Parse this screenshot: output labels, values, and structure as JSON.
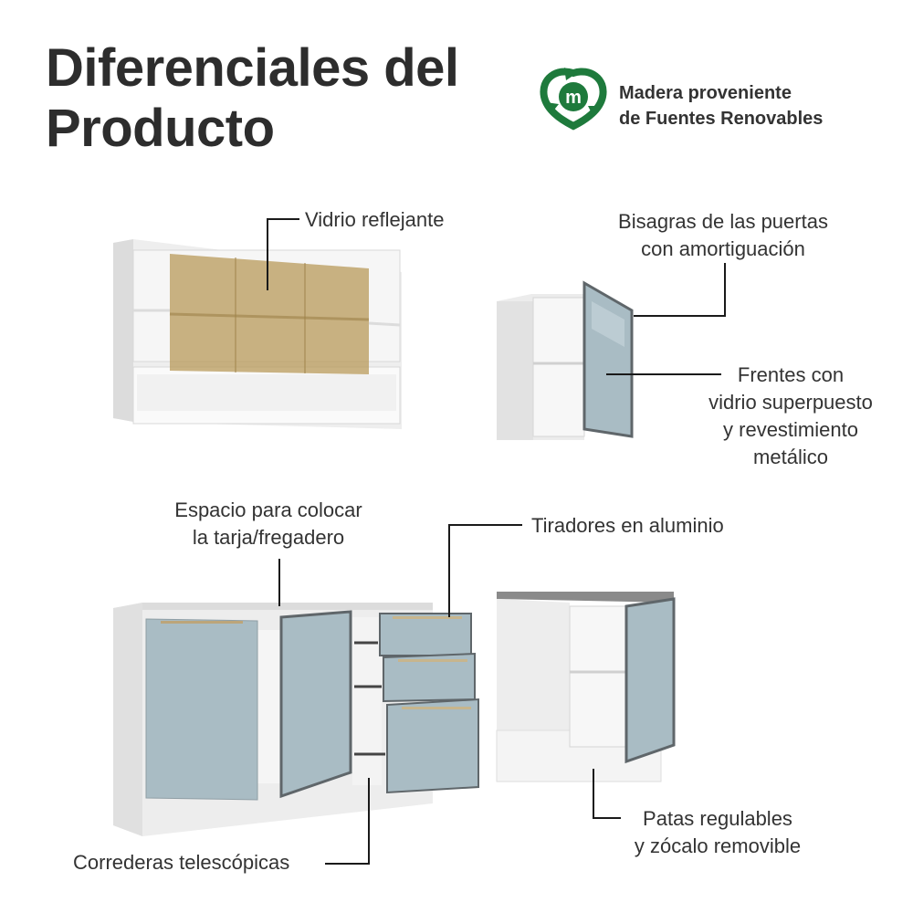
{
  "title": {
    "line1": "Diferenciales del",
    "line2": "Producto"
  },
  "badge": {
    "icon": "recycle-m-icon",
    "icon_letter": "m",
    "line1": "Madera proveniente",
    "line2": "de Fuentes Renovables",
    "color": "#1e7a3c"
  },
  "callouts": {
    "vidrio": "Vidrio reflejante",
    "bisagras": {
      "line1": "Bisagras de las puertas",
      "line2": "con amortiguación"
    },
    "frentes": {
      "line1": "Frentes con",
      "line2": "vidrio superpuesto",
      "line3": "y revestimiento",
      "line4": "metálico"
    },
    "espacio": {
      "line1": "Espacio para colocar",
      "line2": "la tarja/fregadero"
    },
    "tiradores": "Tiradores en aluminio",
    "correderas": "Correderas telescópicas",
    "patas": {
      "line1": "Patas regulables",
      "line2": "y zócalo removible"
    }
  },
  "colors": {
    "cabinet_white": "#f4f4f4",
    "glass_front": "#a9bcc4",
    "bronze_glass": "#b89a5a",
    "countertop": "#8a8a8a",
    "line": "#1a1a1a"
  }
}
